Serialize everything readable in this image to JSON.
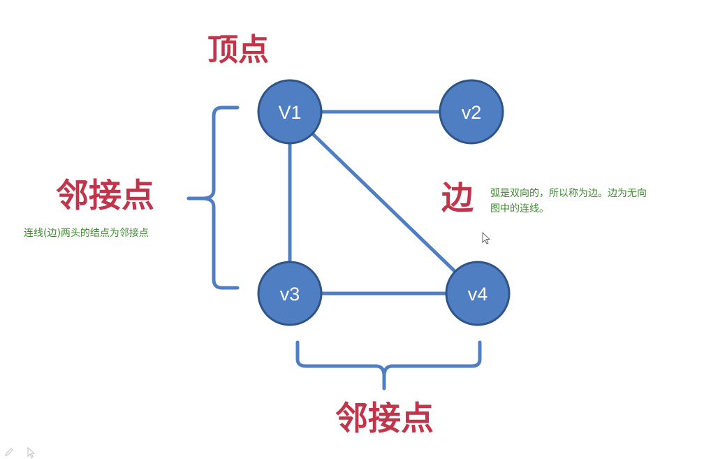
{
  "labels": {
    "vertex": "顶点",
    "adjacent_left": "邻接点",
    "adjacent_bottom": "邻接点",
    "edge": "边"
  },
  "notes": {
    "adjacent": "连线(边)两头的结点为邻接点",
    "edge_line1": "弧是双向的，所以称为边。边为无向",
    "edge_line2": "图中的连线。"
  },
  "nodes": [
    {
      "id": "v1",
      "label": "V1"
    },
    {
      "id": "v2",
      "label": "v2"
    },
    {
      "id": "v3",
      "label": "v3"
    },
    {
      "id": "v4",
      "label": "v4"
    }
  ],
  "edges": [
    {
      "from": "v1",
      "to": "v2"
    },
    {
      "from": "v1",
      "to": "v3"
    },
    {
      "from": "v1",
      "to": "v4"
    },
    {
      "from": "v3",
      "to": "v4"
    }
  ],
  "colors": {
    "node_fill": "#4f7ec2",
    "node_stroke": "#2e5488",
    "edge": "#4f7ec2",
    "brace": "#4f7ec2",
    "label_red": "#c0354a",
    "note_green": "#3d8b2f"
  }
}
